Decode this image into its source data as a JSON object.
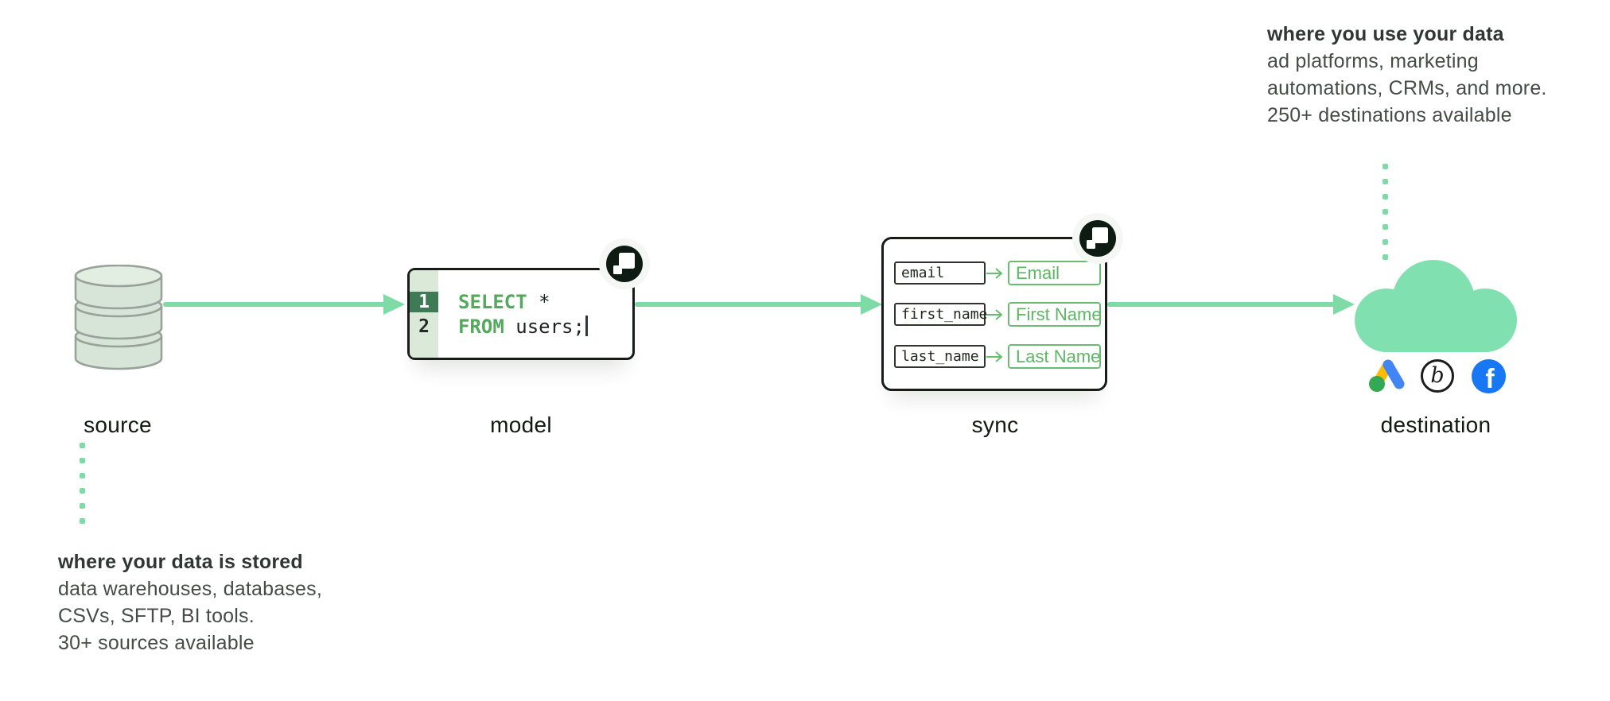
{
  "colors": {
    "accent_green": "#7edba6",
    "cloud_green": "#80e0af",
    "sync_green": "#6abd70",
    "keyword_green": "#53a95e",
    "gutter_light_green": "#dbe9d8",
    "gutter_active_green": "#3e7a55",
    "db_fill": "#d7e5d8",
    "db_stroke": "#99a29a",
    "badge_bg": "#0d1b12",
    "facebook_blue": "#1877f2",
    "google_blue": "#4285f4",
    "google_yellow": "#fbbc04",
    "google_green": "#34a853",
    "ink": "#171c18"
  },
  "source": {
    "label": "source",
    "note": {
      "title": "where your data is stored",
      "lines": [
        "data warehouses, databases,",
        "CSVs, SFTP, BI tools.",
        "30+ sources available"
      ]
    }
  },
  "model": {
    "label": "model",
    "code": {
      "lines": [
        {
          "number": "1",
          "keyword": "SELECT",
          "code": " *"
        },
        {
          "number": "2",
          "keyword": "FROM",
          "code": " users;"
        }
      ]
    }
  },
  "sync": {
    "label": "sync",
    "mappings": [
      {
        "source_field": "email",
        "destination_field": "Email"
      },
      {
        "source_field": "first_name",
        "destination_field": "First Name"
      },
      {
        "source_field": "last_name",
        "destination_field": "Last Name"
      }
    ]
  },
  "destination": {
    "label": "destination",
    "note": {
      "title": "where you use your data",
      "lines": [
        "ad platforms, marketing",
        "automations, CRMs, and more.",
        "250+ destinations available"
      ]
    },
    "icons": [
      "google-ads-icon",
      "b-logo-icon",
      "facebook-icon"
    ]
  }
}
